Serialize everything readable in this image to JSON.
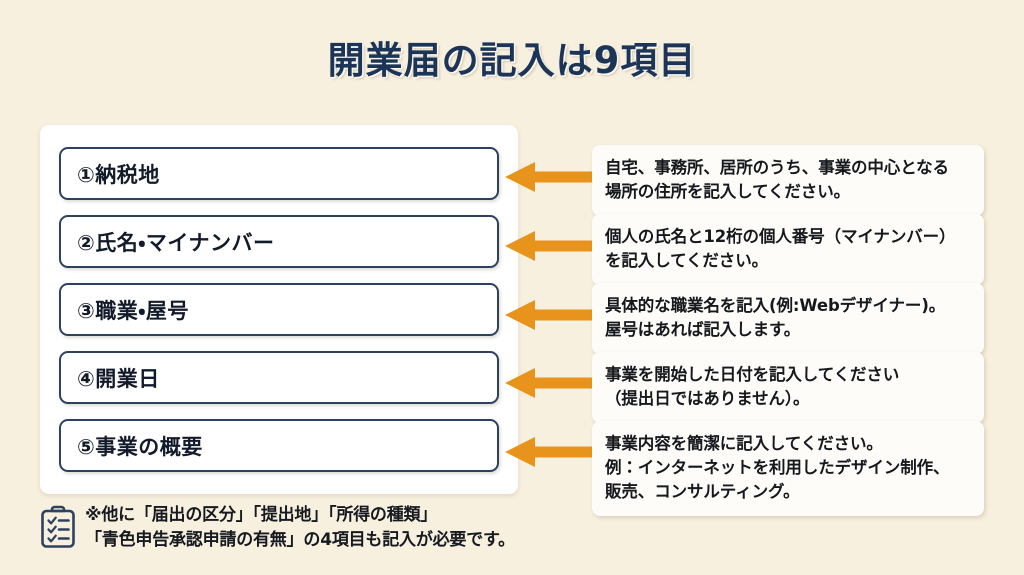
{
  "page": {
    "title": "開業届の記入は9項目",
    "background_color": "#f8f0de",
    "title_color": "#1c3557",
    "accent_color": "#e8941c",
    "box_border_color": "#2e4260"
  },
  "items": [
    {
      "label": "①納税地"
    },
    {
      "label": "②氏名・マイナンバー"
    },
    {
      "label": "③職業・屋号"
    },
    {
      "label": "④開業日"
    },
    {
      "label": "⑤事業の概要"
    }
  ],
  "arrows": [
    {
      "name": "arrow-to-item-1",
      "direction": "left"
    },
    {
      "name": "arrow-to-item-2",
      "direction": "left"
    },
    {
      "name": "arrow-to-item-3",
      "direction": "left"
    },
    {
      "name": "arrow-to-item-4",
      "direction": "left"
    },
    {
      "name": "arrow-to-item-5",
      "direction": "left"
    }
  ],
  "descriptions": [
    {
      "lines": [
        "自宅、事務所、居所のうち、事業の中心となる",
        "場所の住所を記入してください。"
      ]
    },
    {
      "lines": [
        "個人の氏名と12桁の個人番号（マイナンバー）",
        "を記入してください。"
      ]
    },
    {
      "lines": [
        "具体的な職業名を記入(例:Webデザイナー)。",
        "屋号はあれば記入します。"
      ]
    },
    {
      "lines": [
        "事業を開始した日付を記入してください",
        "（提出日ではありません）。"
      ]
    },
    {
      "lines": [
        "事業内容を簡潔に記入してください。",
        "例：インターネットを利用したデザイン制作、",
        "販売、コンサルティング。"
      ]
    }
  ],
  "footer": {
    "icon": "clipboard-checklist-icon",
    "lines": [
      "※他に「届出の区分」「提出地」「所得の種類」",
      "「青色申告承認申請の有無」の4項目も記入が必要です。"
    ]
  }
}
